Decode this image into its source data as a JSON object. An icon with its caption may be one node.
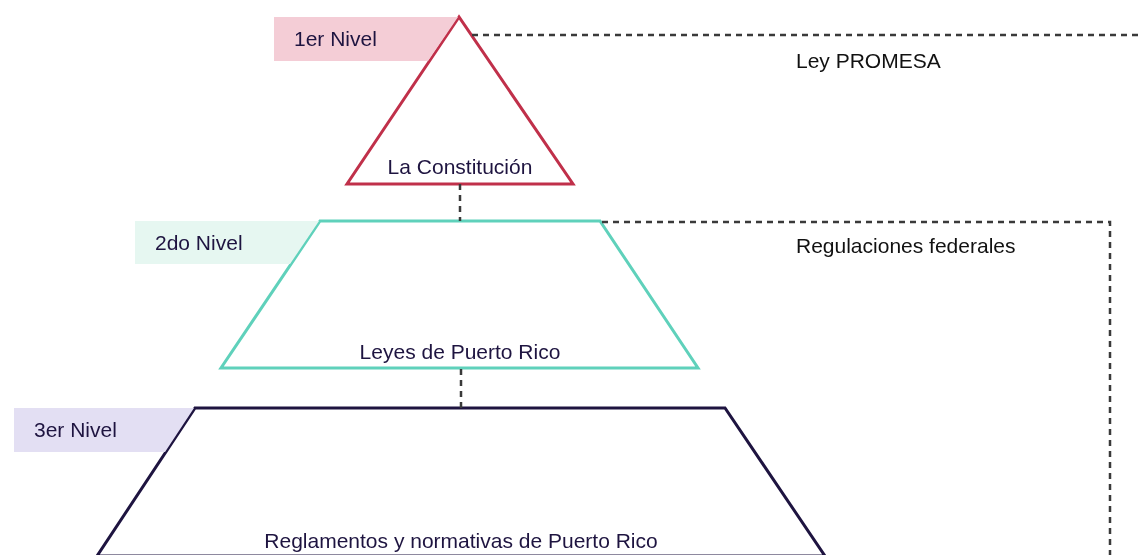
{
  "diagram": {
    "nodes": [
      {
        "text": [
          "1er Nivel"
        ]
      },
      {
        "text": [
          "La Constitución"
        ]
      },
      {
        "text": [
          "2do Nivel"
        ]
      },
      {
        "text": [
          "Leyes de Puerto Rico"
        ]
      },
      {
        "text": [
          "3er Nivel"
        ]
      },
      {
        "text": [
          "Reglamentos y normativas de Puerto Rico"
        ]
      }
    ],
    "edges": [
      {
        "from": 1,
        "to": 3,
        "arrow": "none",
        "style": "dashed"
      },
      {
        "from": 3,
        "to": 5,
        "arrow": "none",
        "style": "dashed"
      },
      {
        "from": 1,
        "to": null,
        "arrow": "none",
        "style": "dashed"
      },
      {
        "from": 3,
        "to": null,
        "arrow": "none",
        "style": "dashed"
      }
    ],
    "labels": [
      "Ley PROMESA",
      "Regulaciones federales"
    ]
  }
}
